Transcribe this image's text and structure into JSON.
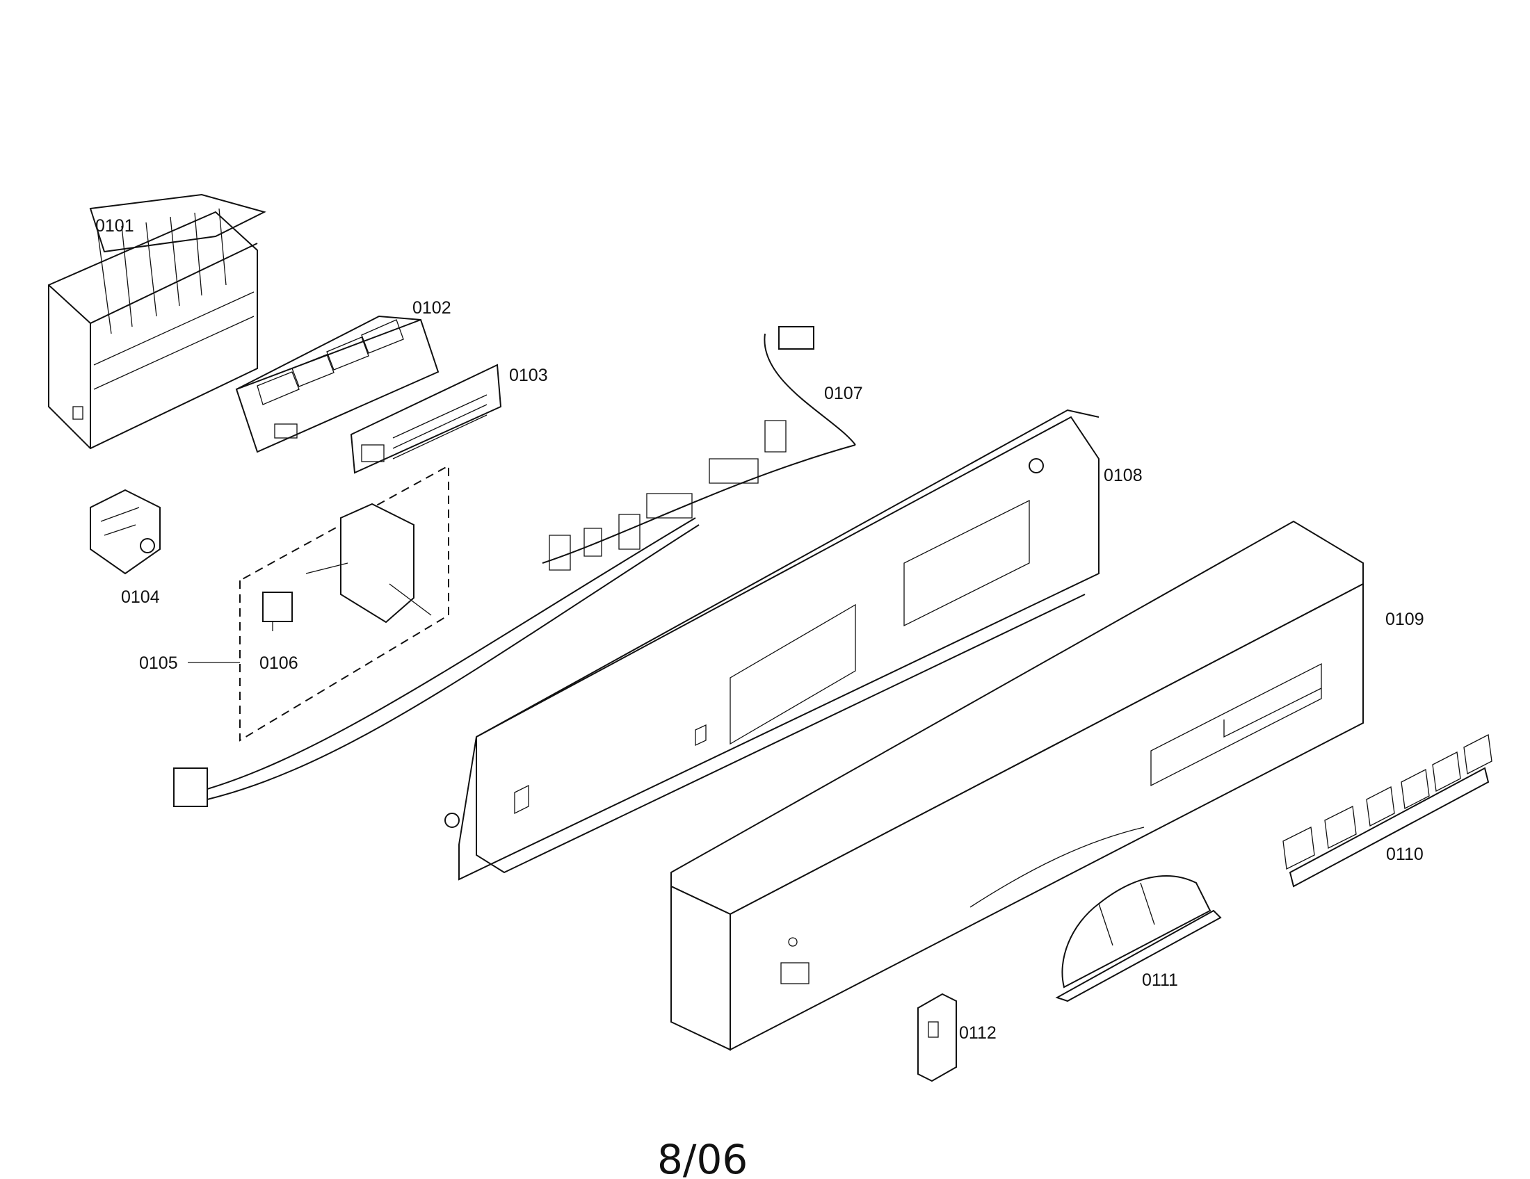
{
  "labels": {
    "p0101": "0101",
    "p0102": "0102",
    "p0103": "0103",
    "p0104": "0104",
    "p0105": "0105",
    "p0106": "0106",
    "p0107": "0107",
    "p0108": "0108",
    "p0109": "0109",
    "p0110": "0110",
    "p0111": "0111",
    "p0112": "0112"
  },
  "footer": {
    "date": "8/06"
  }
}
